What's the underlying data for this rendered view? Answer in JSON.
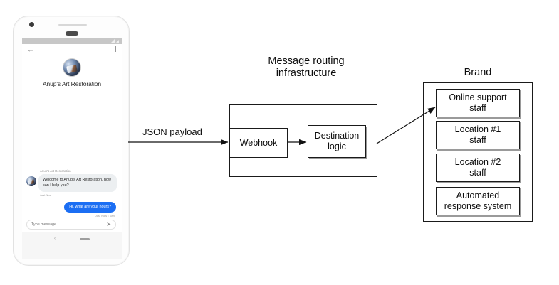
{
  "phone": {
    "status_bar": {
      "signal_icon": "signal-icon",
      "wifi_icon": "wifi-icon"
    },
    "app_bar": {
      "back_icon": "back-arrow-icon",
      "menu_icon": "overflow-menu-icon"
    },
    "profile": {
      "avatar_icon": "brand-avatar",
      "name": "Anup's Art Restoration"
    },
    "conversation": [
      {
        "sender_label": "Anup's Art Restoration",
        "text": "Welcome to Anup's Art Restoration, how can I help you?",
        "timestamp": "Just Now",
        "direction": "incoming"
      },
      {
        "text": "Hi, what are your hours?",
        "timestamp": "Just Now • Sent",
        "direction": "outgoing"
      }
    ],
    "composer": {
      "placeholder": "Type message",
      "value": "",
      "send_icon": "send-icon"
    },
    "nav_bar": {
      "back_icon": "nav-back-icon",
      "home_icon": "nav-home-pill"
    }
  },
  "diagram": {
    "edges": [
      {
        "label": "JSON payload",
        "from": "phone",
        "to": "webhook"
      },
      {
        "label": "",
        "from": "webhook",
        "to": "destination-logic"
      },
      {
        "label": "",
        "from": "destination-logic",
        "to": "online-support-staff"
      }
    ],
    "routing": {
      "title_line1": "Message routing",
      "title_line2": "infrastructure",
      "nodes": [
        {
          "id": "webhook",
          "label": "Webhook"
        },
        {
          "id": "destination-logic",
          "label": "Destination\nlogic",
          "label_line1": "Destination",
          "label_line2": "logic"
        }
      ]
    },
    "brand": {
      "title": "Brand",
      "nodes": [
        {
          "id": "online-support-staff",
          "label_line1": "Online support",
          "label_line2": "staff"
        },
        {
          "id": "location-1-staff",
          "label_line1": "Location #1",
          "label_line2": "staff"
        },
        {
          "id": "location-2-staff",
          "label_line1": "Location #2",
          "label_line2": "staff"
        },
        {
          "id": "automated-response-system",
          "label_line1": "Automated",
          "label_line2": "response system"
        }
      ]
    }
  },
  "colors": {
    "stroke": "#1a1a1a",
    "shadow": "#9a9a9a",
    "bubble_incoming": "#eceff1",
    "bubble_outgoing": "#1b6ef3",
    "status_bar": "#c7c7c7",
    "background": "#ffffff"
  }
}
